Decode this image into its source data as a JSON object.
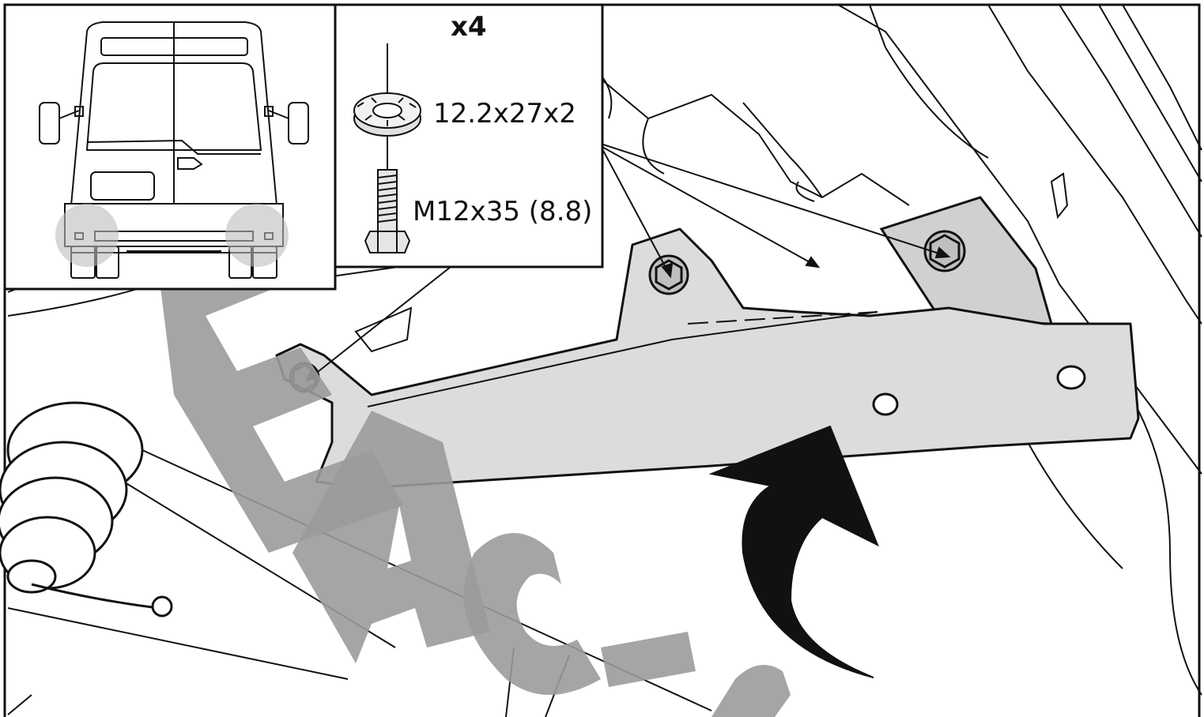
{
  "hardware": {
    "quantity": "x4",
    "washer": "12.2x27x2",
    "bolt": "M12x35 (8.8)"
  },
  "watermark": "EAC-SHOP",
  "colors": {
    "line": "#111111",
    "bracket_fill": "#dcdcdc",
    "watermark": "#9b9b9b",
    "highlight": "#bdbdbd",
    "arrow": "#111111"
  }
}
